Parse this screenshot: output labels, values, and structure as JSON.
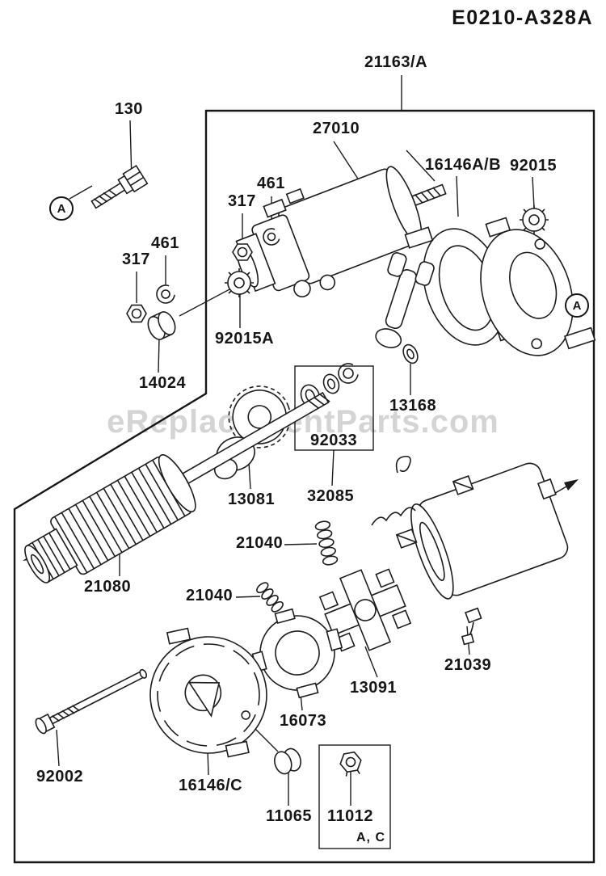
{
  "header": {
    "title": "E0210-A328A"
  },
  "watermark": "eReplacementParts.com",
  "colors": {
    "line": "#1c1c1c",
    "background": "#ffffff",
    "watermark_gray": "#9a9a9a"
  },
  "callouts": {
    "left": "A",
    "right": "A"
  },
  "labels": [
    {
      "text": "21163/A"
    },
    {
      "text": "130"
    },
    {
      "text": "27010"
    },
    {
      "text": "461"
    },
    {
      "text": "317"
    },
    {
      "text": "16146A/B"
    },
    {
      "text": "92015"
    },
    {
      "text": "461"
    },
    {
      "text": "317"
    },
    {
      "text": "92015A"
    },
    {
      "text": "14024"
    },
    {
      "text": "13168"
    },
    {
      "text": "92033"
    },
    {
      "text": "13081"
    },
    {
      "text": "32085"
    },
    {
      "text": "21040"
    },
    {
      "text": "21040"
    },
    {
      "text": "21080"
    },
    {
      "text": "13091"
    },
    {
      "text": "21039"
    },
    {
      "text": "16073"
    },
    {
      "text": "92002"
    },
    {
      "text": "16146/C"
    },
    {
      "text": "11065"
    },
    {
      "text": "11012"
    },
    {
      "text": "A, C"
    }
  ]
}
